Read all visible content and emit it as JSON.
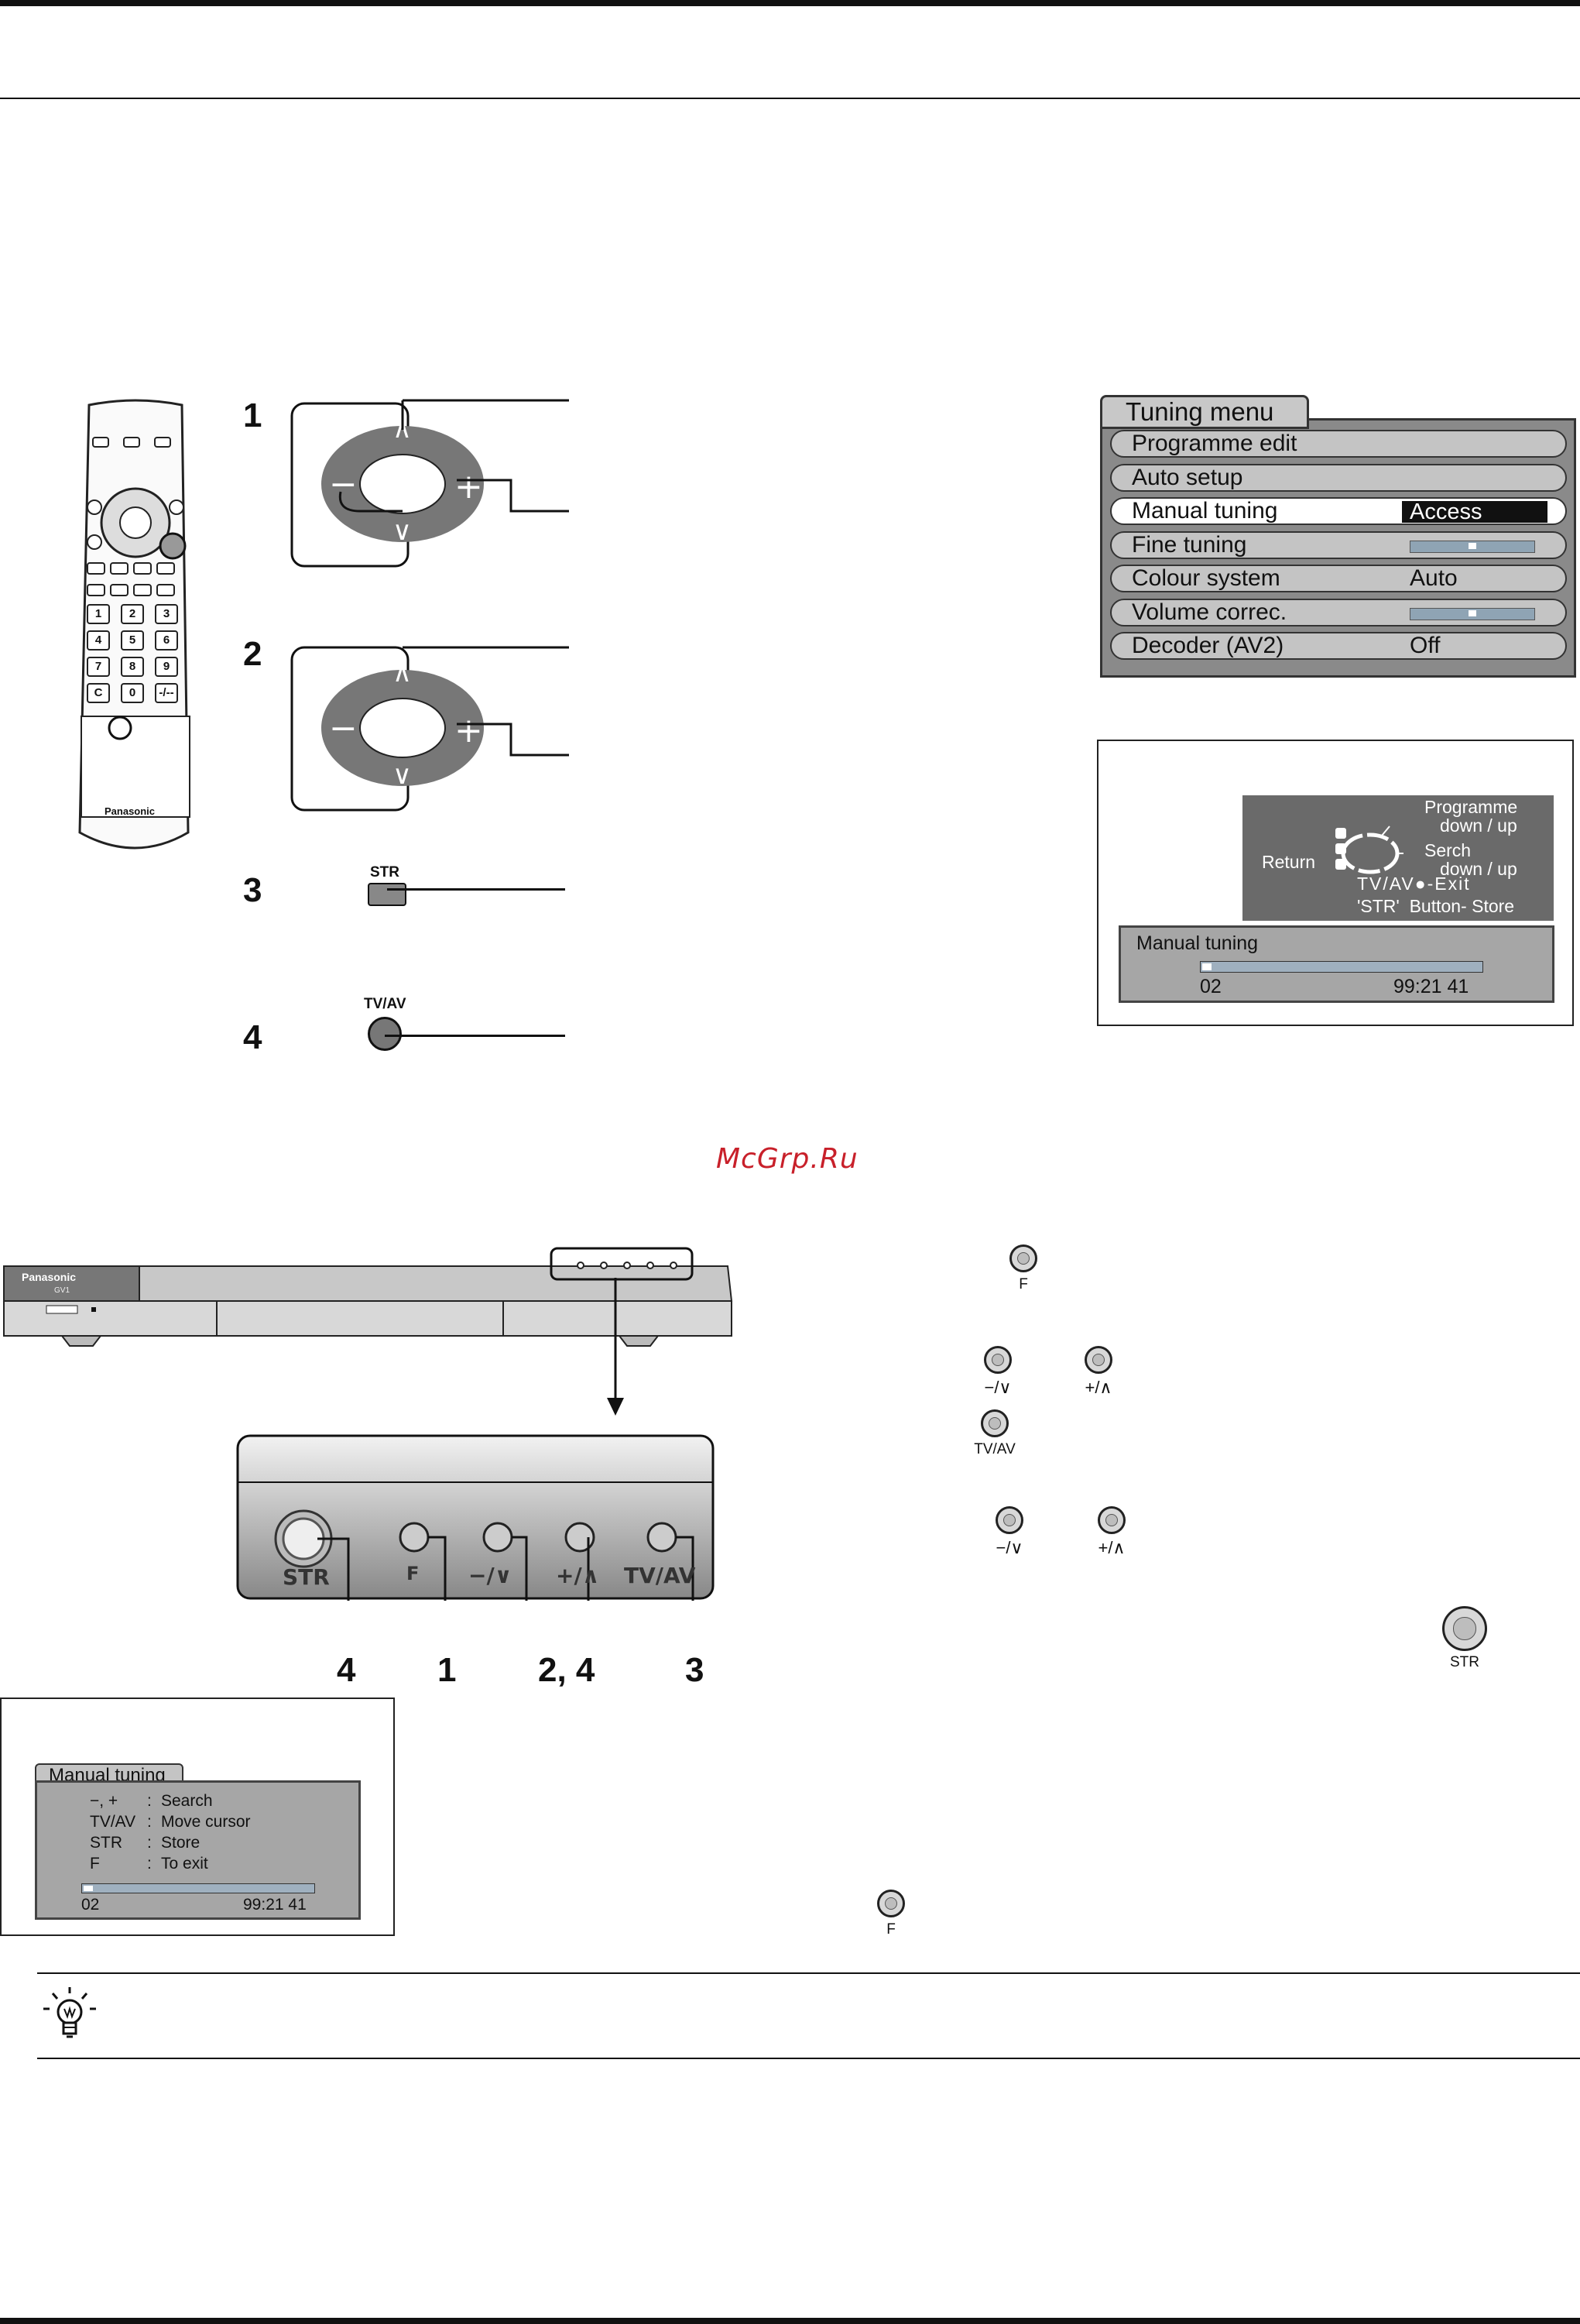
{
  "steps_remote": [
    "1",
    "2",
    "3",
    "4"
  ],
  "remote": {
    "brand": "Panasonic",
    "keys": [
      "1",
      "2",
      "3",
      "4",
      "5",
      "6",
      "7",
      "8",
      "9",
      "C",
      "0",
      "-/--"
    ]
  },
  "buttons": {
    "str": "STR",
    "tvav": "TV/AV",
    "f": "F",
    "minus_down": "−/∨",
    "plus_up": "+/∧"
  },
  "tuning_menu": {
    "title": "Tuning menu",
    "rows": [
      {
        "label": "Programme edit",
        "value": ""
      },
      {
        "label": "Auto setup",
        "value": ""
      },
      {
        "label": "Manual tuning",
        "value": "Access",
        "selected": true
      },
      {
        "label": "Fine tuning",
        "value": "",
        "bar": 0.5
      },
      {
        "label": "Colour system",
        "value": "Auto"
      },
      {
        "label": "Volume correc.",
        "value": "",
        "bar": 0.5
      },
      {
        "label": "Decoder (AV2)",
        "value": "Off"
      }
    ]
  },
  "osd_main": {
    "programme": "Programme",
    "down_up_1": "down / up",
    "search": "Serch",
    "down_up_2": "down / up",
    "return": "Return",
    "exit": "TV/AV●-Exit",
    "store": "'STR'  Button- Store",
    "panel_title": "Manual tuning",
    "channel": "02",
    "freq": "99:21 41",
    "progress": 0.02
  },
  "watermark": "McGrp.Ru",
  "unit": {
    "brand": "Panasonic",
    "model": "GV1"
  },
  "panel_labels": [
    "STR",
    "F",
    "−/∨",
    "+/∧",
    "TV/AV"
  ],
  "callouts": [
    "4",
    "1",
    "2, 4",
    "3"
  ],
  "osd_small": {
    "title": "Manual tuning",
    "rows": [
      {
        "key": "−, +",
        "desc": "Search"
      },
      {
        "key": "TV/AV",
        "desc": "Move cursor"
      },
      {
        "key": "STR",
        "desc": "Store"
      },
      {
        "key": "F",
        "desc": "To exit"
      }
    ],
    "channel": "02",
    "freq": "99:21 41",
    "progress": 0.02
  },
  "right_buttons": {
    "f1": "F",
    "minus1": "−/∨",
    "plus1": "+/∧",
    "tvav": "TV/AV",
    "minus2": "−/∨",
    "plus2": "+/∧",
    "str": "STR",
    "f2": "F"
  },
  "icons": [
    "hint-bulb-icon"
  ]
}
